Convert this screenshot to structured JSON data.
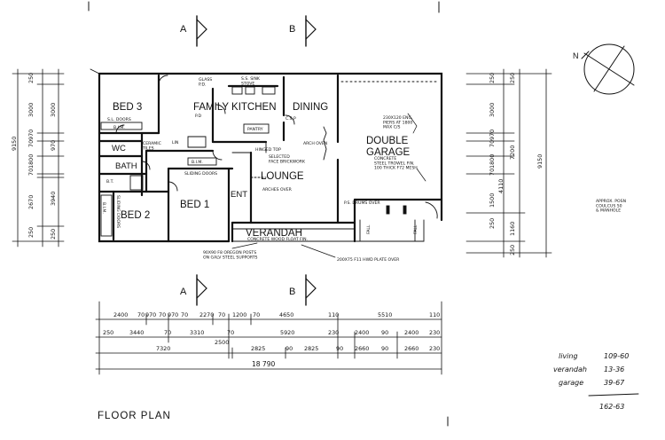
{
  "title": "FLOOR  PLAN",
  "section_marks": {
    "top_a": "A",
    "top_b": "B",
    "bottom_a": "A",
    "bottom_b": "B"
  },
  "north_label": "N",
  "rooms": {
    "bed3": "BED 3",
    "family_kitchen": "FAMILY KITCHEN",
    "dining": "DINING",
    "double_garage": "DOUBLE\nGARAGE",
    "wc": "WC",
    "bath": "BATH",
    "lounge": "LOUNGE",
    "ent": "ENT",
    "bed1": "BED 1",
    "bed2": "BED 2",
    "verandah": "VERANDAH"
  },
  "notes": {
    "sl_doors": "S.L. DOORS",
    "bim_1": "B.I.M.",
    "ceramic_tiles": "CERAMIC\nTILES",
    "bt": "B.T.",
    "bim_2": "B.I.M.",
    "sliding_doors_bed2": "SLIDING DOORS",
    "glass_pd": "GLASS\nP.D.",
    "ss_sink_stove": "S.S. SINK\nSTOVE",
    "pd": "P.D",
    "pantry": "PANTRY",
    "csp": "C.S.P",
    "arch_oven": "ARCH OVEN",
    "hinged_top": "HINGED TOP",
    "selected_face": "SELECTED\nFACE BRICKWORK",
    "lin": "LIN",
    "bim_3": "B.I.M.",
    "sliding_doors": "SLIDING DOORS",
    "arches_over": "ARCHES OVER",
    "piers_note": "230X120 ENG.\nPIERS AT 1800\nMAX C/S",
    "concrete_garage": "CONCRETE\nSTEEL TROWEL FIN.\n100 THICK F72 MESH",
    "ps_doors_over": "P.S. DRUMS OVER",
    "concrete_verandah": "CONCRETE  WOOD FLOAT FIN.",
    "fall_1": "FALL",
    "fall_2": "FALL",
    "posts_note": "90X90 F8 OREGON POSTS\nON GALV STEEL SUPPORTS",
    "plate_note": "200X75 F11 HWD PLATE OVER",
    "manhole_note": "APPROX. POSN\nCOULCUS 50\n& MANHOLE"
  },
  "dims_left_outer": [
    "250",
    "3000",
    "970",
    "70",
    "1800",
    "70",
    "2670",
    "250"
  ],
  "dims_left_inner": [
    "3000",
    "970",
    "3940",
    "250"
  ],
  "dim_left_total": "9150",
  "dims_right_a": [
    "250",
    "3000",
    "970",
    "70",
    "1800",
    "70",
    "1500",
    "250"
  ],
  "dims_right_b": [
    "250",
    "7200",
    "1160",
    "250"
  ],
  "dim_right_c": "4110",
  "dim_right_total": "9150",
  "dims_bottom_1": [
    "2400",
    "70",
    "970",
    "70",
    "970",
    "70",
    "2270",
    "70",
    "1200",
    "70",
    "4650",
    "110",
    "5510",
    "110"
  ],
  "dims_bottom_2": [
    "250",
    "3440",
    "70",
    "3310",
    "70",
    "5920",
    "230",
    "2400",
    "90",
    "2400",
    "230"
  ],
  "dim_bottom_2b": "2500",
  "dims_bottom_3": [
    "7320",
    "2825",
    "90",
    "2825",
    "90",
    "2660",
    "90",
    "2660",
    "230"
  ],
  "dim_bottom_total": "18 790",
  "areas": [
    {
      "label": "living",
      "value": "109-60"
    },
    {
      "label": "verandah",
      "value": "13-36"
    },
    {
      "label": "garage",
      "value": "39-67"
    }
  ],
  "area_total": "162-63"
}
